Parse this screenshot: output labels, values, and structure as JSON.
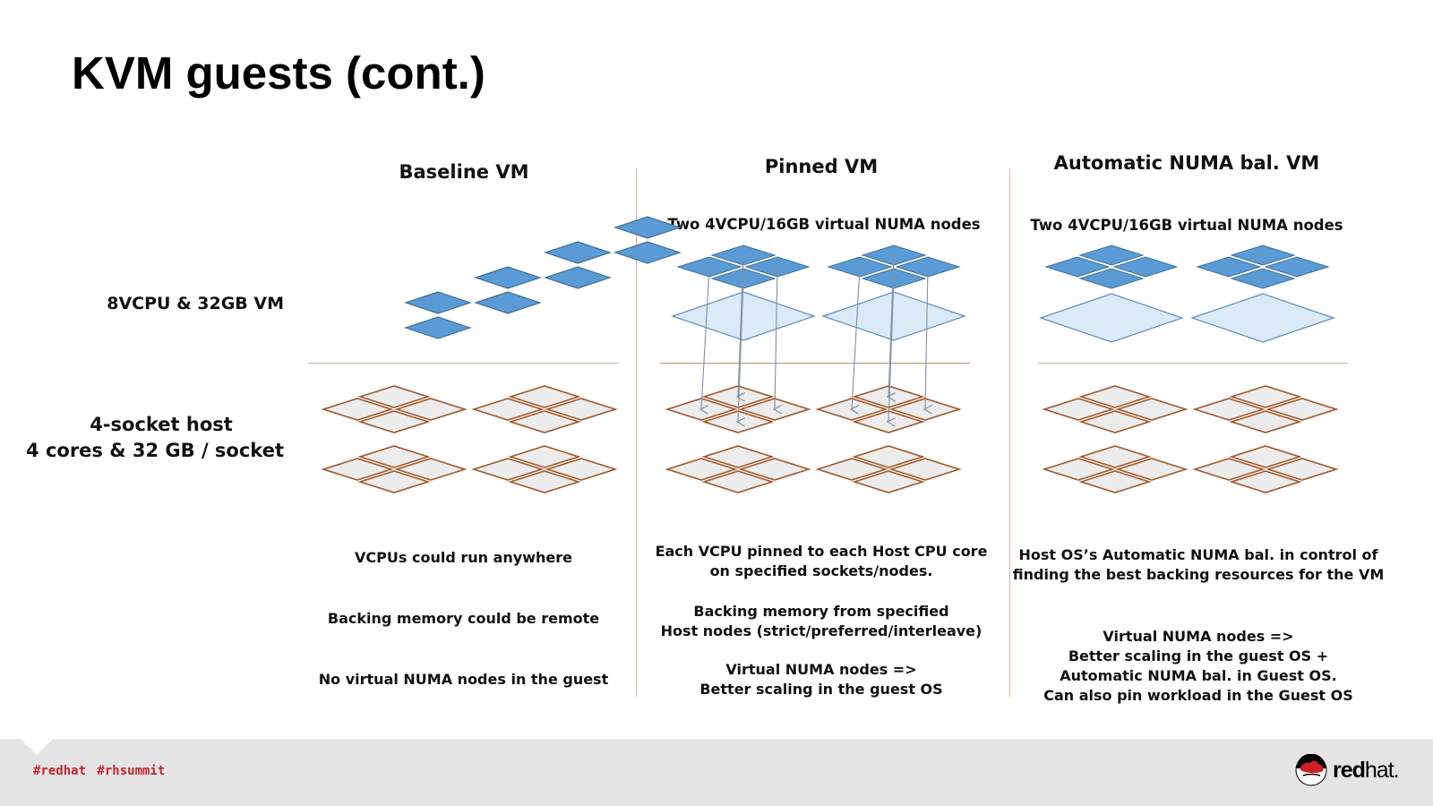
{
  "slide": {
    "title": "KVM guests (cont.)"
  },
  "row_labels": {
    "vm": "8VCPU & 32GB VM",
    "host_line1": "4-socket host",
    "host_line2": "4 cores & 32 GB / socket"
  },
  "columns": [
    {
      "heading": "Baseline VM",
      "subheading": "",
      "vm_layout": "8 vcpus in one flat 2x4 grid",
      "descriptions": [
        [
          "VCPUs could run anywhere"
        ],
        [
          "Backing memory could be remote"
        ],
        [
          "No virtual NUMA nodes in the guest"
        ]
      ]
    },
    {
      "heading": "Pinned VM",
      "subheading": "Two 4VCPU/16GB virtual NUMA nodes",
      "vm_layout": "2 virtual NUMA nodes, 4 vcpus each, pinned to host cores",
      "descriptions": [
        [
          "Each VCPU pinned to each Host CPU core",
          "on specified sockets/nodes."
        ],
        [
          "Backing memory from specified",
          "Host nodes (strict/preferred/interleave)"
        ],
        [
          "Virtual NUMA nodes =>",
          "Better scaling in the guest OS"
        ]
      ]
    },
    {
      "heading": "Automatic NUMA bal. VM",
      "subheading": "Two 4VCPU/16GB virtual NUMA nodes",
      "vm_layout": "2 virtual NUMA nodes, 4 vcpus each",
      "descriptions": [
        [
          "Host OS’s Automatic NUMA bal. in control of",
          "finding the best backing resources for the VM"
        ],
        [
          "Virtual NUMA nodes =>",
          "Better scaling in the guest OS +",
          "Automatic NUMA bal. in Guest OS.",
          "Can also pin workload in the Guest OS"
        ]
      ]
    }
  ],
  "host": {
    "sockets": 4,
    "cores_per_socket": 4
  },
  "colors": {
    "vcpu_fill": "#5b9bd5",
    "vcpu_stroke": "#41719c",
    "vnode_fill": "#dce9f6",
    "vnode_stroke": "#5b8ec4",
    "core_fill": "#ececec",
    "core_stroke": "#a0582a",
    "arrow": "#7f8fa6",
    "divider": "#d9b89a",
    "brand_red": "#c0272d"
  },
  "footer": {
    "hashtags": "#redhat #rhsummit",
    "logo_bold": "red",
    "logo_light": "hat."
  }
}
